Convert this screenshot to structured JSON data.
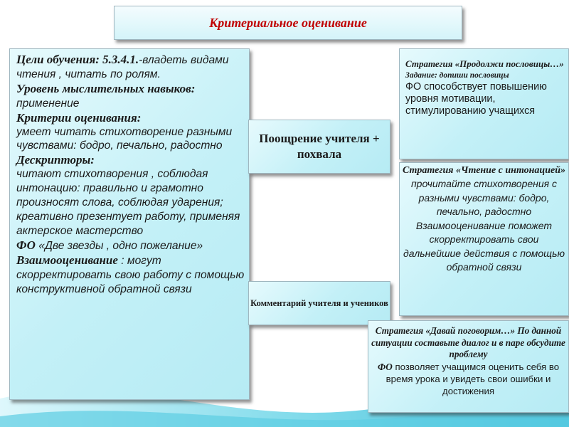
{
  "title": "Критериальное оценивание",
  "left": {
    "goals_label": "Цели обучения: 5.3.4.1.",
    "goals_text": "-владеть видами чтения , читать по ролям.",
    "level_label": "Уровень мыслительных навыков:",
    "level_text": " применение",
    "criteria_label": "Критерии оценивания:",
    "criteria_text": "умеет читать стихотворение разными чувствами: бодро, печально, радостно",
    "descriptors_label": "Дескрипторы:",
    "descriptors_text": "читают стихотворения , соблюдая интонацию: правильно и грамотно произносят слова, соблюдая ударения; креативно презентует работу, применяя актерское мастерство",
    "fo_label": "ФО",
    "fo_text": " «Две звезды , одно пожелание»",
    "peer_label": "Взаимооценивание",
    "peer_text": " : могут скорректировать свою работу с помощью конструктивной обратной связи"
  },
  "middle": {
    "encouragement": "Поощрение учителя + похвала",
    "comment": "Комментарий учителя и учеников"
  },
  "right1": {
    "strategy": "Стратегия «Продолжи пословицы…»",
    "task": "Задание: допиши пословицы",
    "text": "ФО способствует повышению уровня мотивации, стимулированию учащихся"
  },
  "right2": {
    "strategy": "Стратегия «Чтение с интонацией»",
    "text": "прочитайте стихотворения с разными чувствами: бодро, печально, радостно Взаимооценивание поможет скорректировать свои дальнейшие действия с помощью обратной связи"
  },
  "right3": {
    "strategy": "Стратегия «Давай поговорим…» По данной ситуации составьте диалог и в паре обсудите проблему",
    "fo_label": "ФО",
    "text": " позволяет учащимся оценить себя во время урока и увидеть свои ошибки и достижения"
  },
  "colors": {
    "title": "#c00000",
    "box_fill": "#c3f0f7",
    "wave": "#43c6de"
  }
}
